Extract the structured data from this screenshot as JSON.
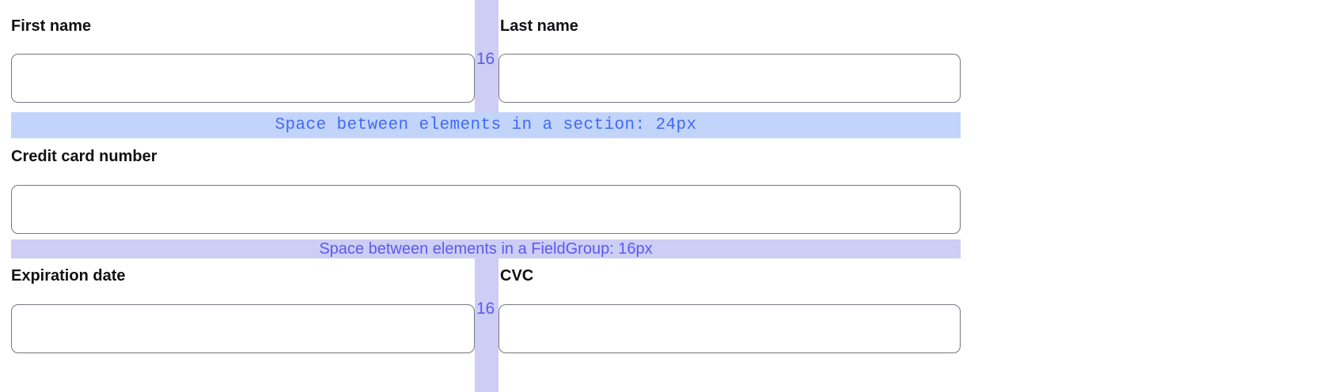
{
  "colors": {
    "section_band_bg": "#c3d4fb",
    "section_band_text": "#3f6bf5",
    "fieldgroup_band_bg": "#cdcdf5",
    "fieldgroup_band_text": "#5b5bf0",
    "gutter_bg": "#cdcdf5",
    "gutter_label_text": "#5b5bf0",
    "input_border": "#73777f",
    "input_bg": "#ffffff",
    "label_text": "#111114",
    "page_bg": "#ffffff"
  },
  "annotations": {
    "section_spacing": {
      "text": "Space between elements in a section: 24px",
      "value": "24px"
    },
    "fieldgroup_spacing": {
      "text": "Space between elements in a FieldGroup: 16px",
      "value": "16px"
    },
    "gutter_top": {
      "label": "16"
    },
    "gutter_bottom": {
      "label": "16"
    }
  },
  "form": {
    "rows": [
      {
        "fields": [
          {
            "label": "First name",
            "value": "",
            "placeholder": ""
          },
          {
            "label": "Last name",
            "value": "",
            "placeholder": ""
          }
        ]
      },
      {
        "fields": [
          {
            "label": "Credit card number",
            "value": "",
            "placeholder": ""
          }
        ]
      },
      {
        "fields": [
          {
            "label": "Expiration date",
            "value": "",
            "placeholder": ""
          },
          {
            "label": "CVC",
            "value": "",
            "placeholder": ""
          }
        ]
      }
    ]
  }
}
